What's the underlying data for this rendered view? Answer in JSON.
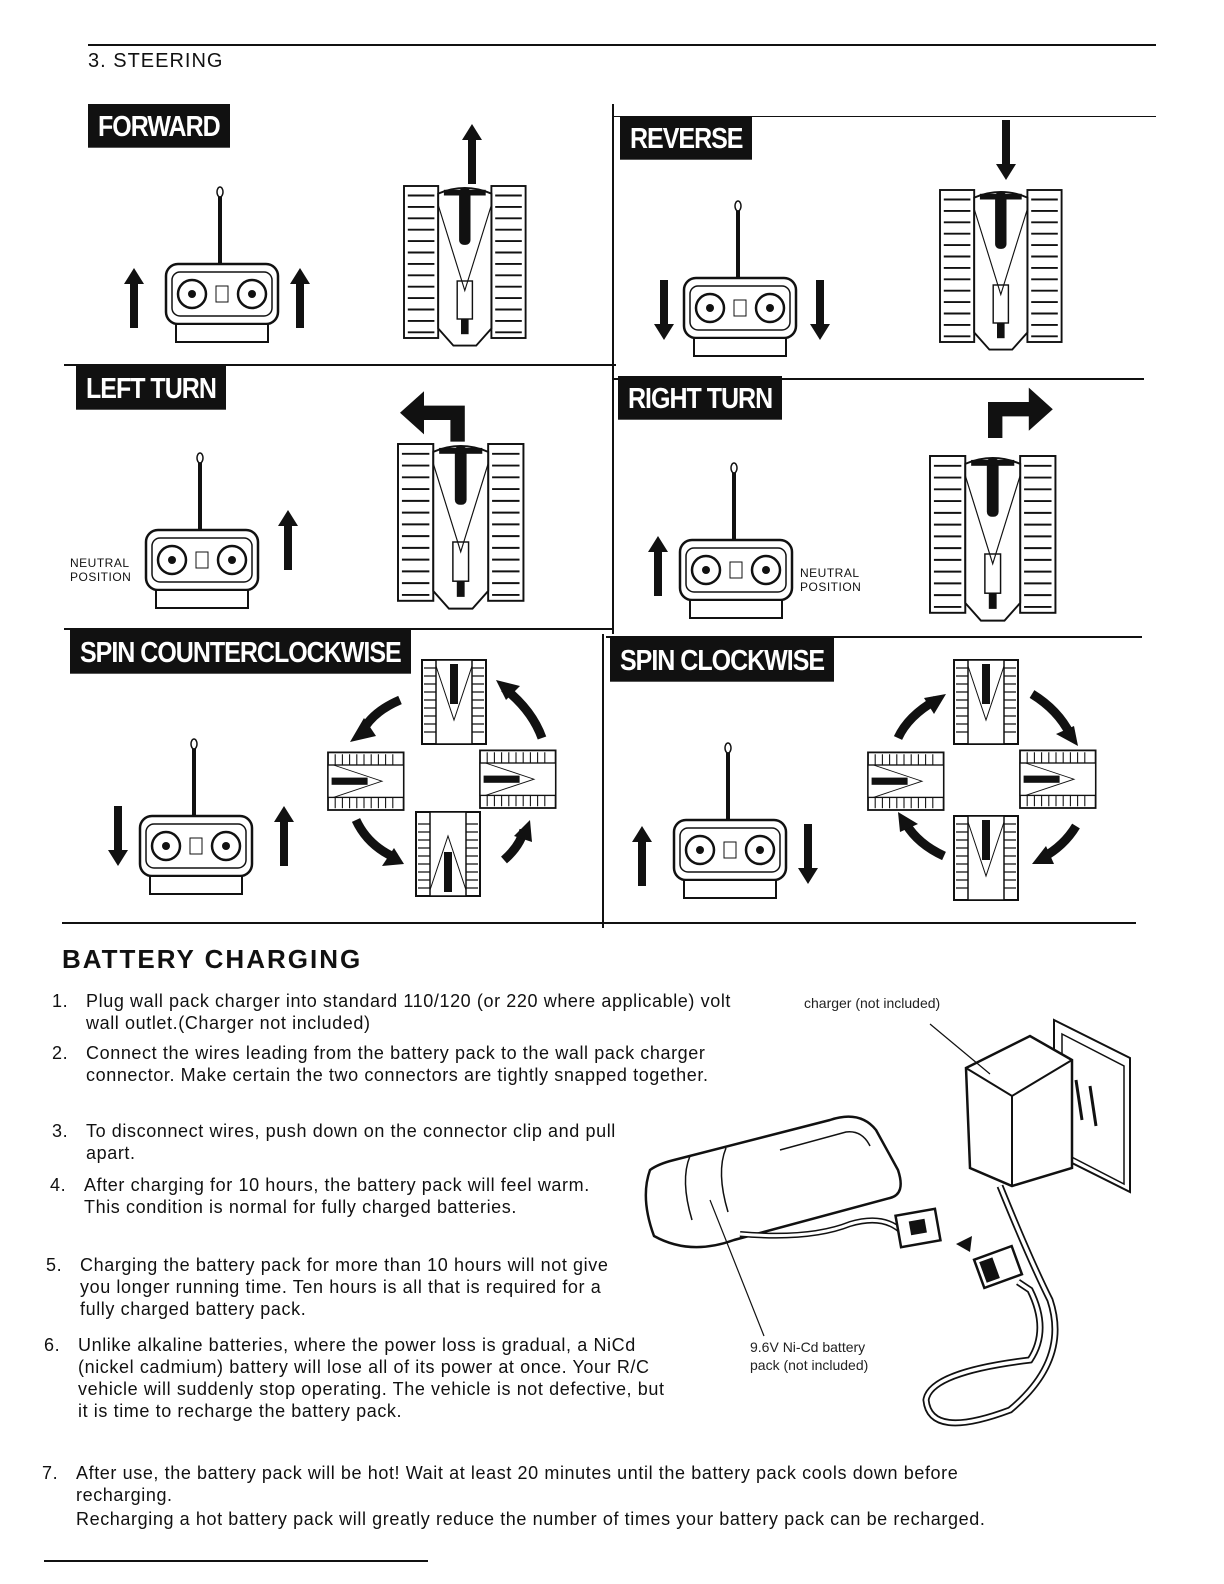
{
  "steering": {
    "heading": "3. STEERING",
    "panels": [
      {
        "id": "forward",
        "title": "FORWARD"
      },
      {
        "id": "reverse",
        "title": "REVERSE"
      },
      {
        "id": "left_turn",
        "title": "LEFT TURN",
        "note": "NEUTRAL POSITION"
      },
      {
        "id": "right_turn",
        "title": "RIGHT TURN",
        "note": "NEUTRAL POSITION"
      },
      {
        "id": "spin_ccw",
        "title": "SPIN COUNTERCLOCKWISE"
      },
      {
        "id": "spin_cw",
        "title": "SPIN CLOCKWISE"
      }
    ]
  },
  "battery": {
    "heading": "BATTERY CHARGING",
    "steps": [
      {
        "num": "1.",
        "text": "Plug wall pack charger into standard 110/120 (or 220 where applicable) volt wall outlet.(Charger not included)"
      },
      {
        "num": "2.",
        "text": "Connect the wires leading from the battery pack to the wall pack charger connector. Make certain the two connectors are tightly snapped together."
      },
      {
        "num": "3.",
        "text": "To disconnect wires, push down on the connector clip and pull apart."
      },
      {
        "num": "4.",
        "text": "After charging for 10 hours, the battery pack will feel warm. This condition is normal for fully charged batteries."
      },
      {
        "num": "5.",
        "text": "Charging the battery pack for more than 10 hours will not give you longer running time. Ten hours is all that is required for a fully charged battery pack."
      },
      {
        "num": "6.",
        "text": "Unlike alkaline batteries, where the power loss is gradual, a NiCd (nickel cadmium) battery will lose all of its power at once. Your R/C vehicle will suddenly stop operating. The vehicle is not defective, but it is time to recharge the battery pack."
      },
      {
        "num": "7.",
        "text": "After use, the battery pack will be hot! Wait at least 20 minutes until the battery pack cools down before recharging."
      },
      {
        "num": "",
        "text": "Recharging a hot battery pack will greatly reduce the number of times your battery pack can be recharged."
      }
    ],
    "charger_label": "charger (not included)",
    "battery_label": "9.6V Ni-Cd battery pack (not included)"
  }
}
